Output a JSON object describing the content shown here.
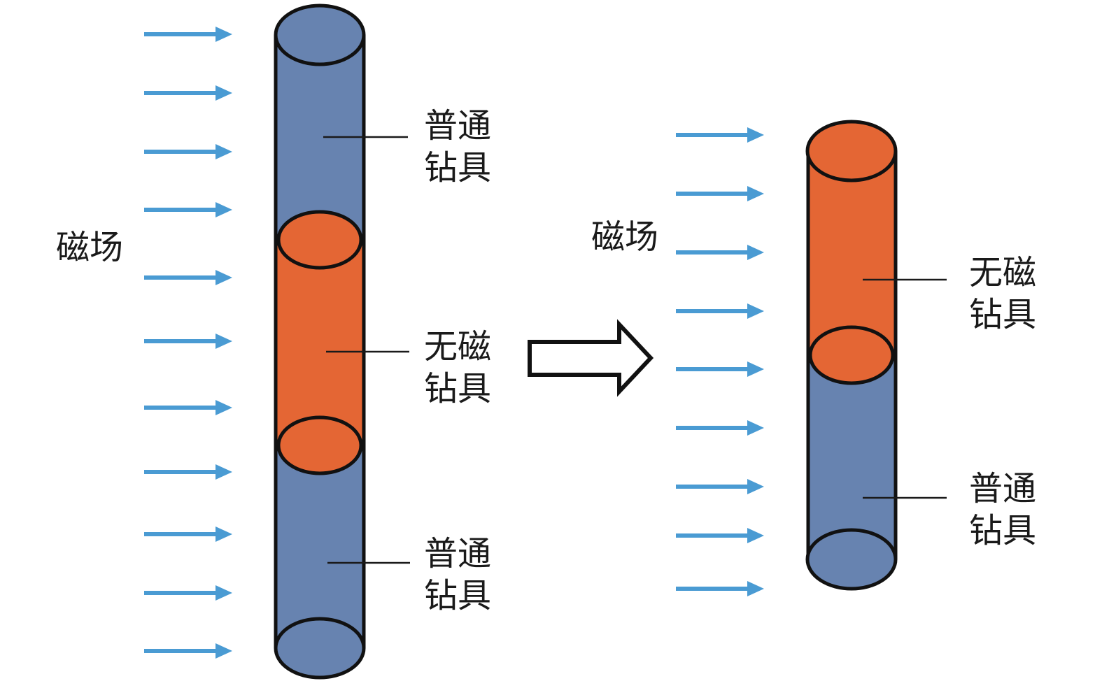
{
  "colors": {
    "field_arrow": "#4a9bd3",
    "normal_drill_tool": "#6783b0",
    "nonmagnetic_drill_tool": "#e46634",
    "outline": "#111111",
    "transition_arrow": "#111111"
  },
  "left_panel": {
    "field_label": "磁场",
    "field_arrow_count": 11,
    "drill_string": [
      {
        "type": "normal",
        "label_line1": "普通",
        "label_line2": "钻具"
      },
      {
        "type": "nonmagnetic",
        "label_line1": "无磁",
        "label_line2": "钻具"
      },
      {
        "type": "normal",
        "label_line1": "普通",
        "label_line2": "钻具"
      }
    ]
  },
  "transition_arrow": {
    "icon": "hollow-right-arrow"
  },
  "right_panel": {
    "field_label": "磁场",
    "field_arrow_count": 9,
    "drill_string": [
      {
        "type": "nonmagnetic",
        "label_line1": "无磁",
        "label_line2": "钻具"
      },
      {
        "type": "normal",
        "label_line1": "普通",
        "label_line2": "钻具"
      }
    ]
  }
}
